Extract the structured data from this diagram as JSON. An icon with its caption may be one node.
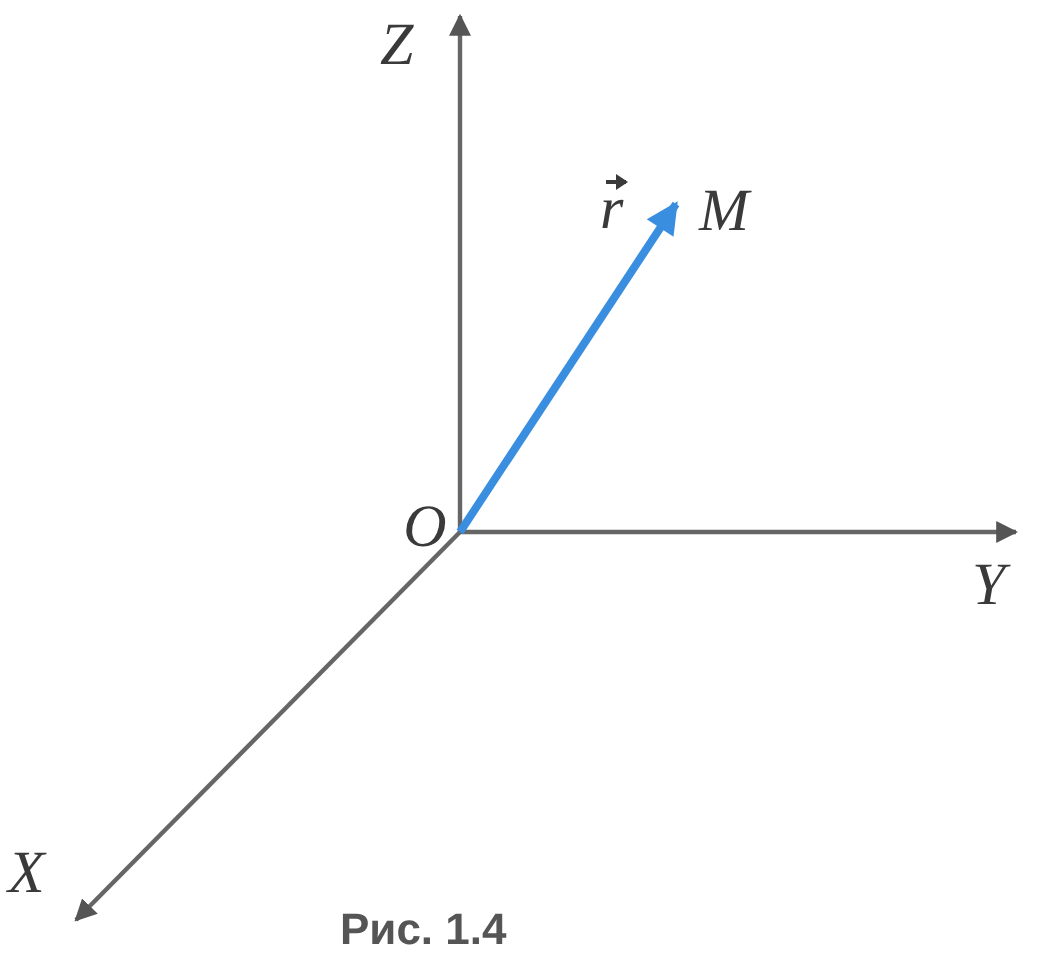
{
  "diagram": {
    "caption": "Рис. 1.4",
    "nodes": [
      {
        "text": [
          "O"
        ]
      },
      {
        "text": [
          "M"
        ]
      }
    ],
    "edges": [
      {
        "from": 0,
        "to": 1,
        "arrow": "to",
        "label": "r",
        "color": "#3a8ee0"
      }
    ],
    "labels": [
      "Z",
      "Y",
      "X"
    ]
  }
}
